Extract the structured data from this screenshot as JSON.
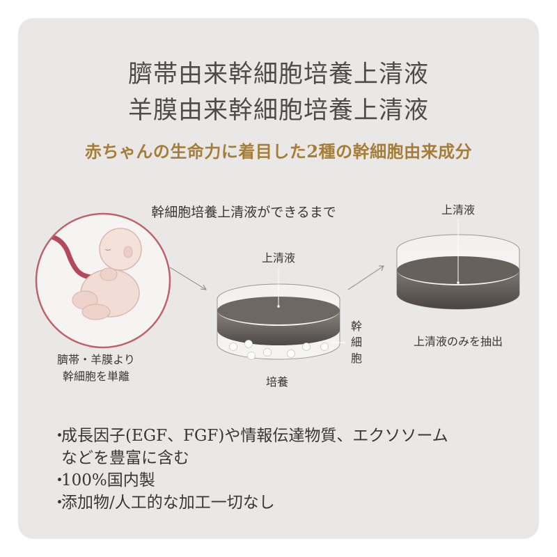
{
  "title": {
    "line1": "臍帯由来幹細胞培養上清液",
    "line2": "羊膜由来幹細胞培養上清液"
  },
  "subtitle": "赤ちゃんの生命力に着目した2種の幹細胞由来成分",
  "diagram": {
    "heading": "幹細胞培養上清液ができるまで",
    "step1_caption_line1": "臍帯・羊膜より",
    "step1_caption_line2": "幹細胞を単離",
    "step2_supernatant_label": "上清液",
    "step2_cells_label_1": "幹",
    "step2_cells_label_2": "細",
    "step2_cells_label_3": "胞",
    "step2_caption": "培養",
    "step3_supernatant_label": "上清液",
    "step3_caption": "上清液のみを抽出",
    "icons": [
      "embryo-illustration",
      "culture-dish",
      "extracted-supernatant-dish",
      "arrow-right"
    ],
    "colors": {
      "circle_border": "#c0606a",
      "umbilical_cord": "#b5485a",
      "liquid_dark": "#58534f",
      "embryo_skin": "#f1ddd6"
    }
  },
  "bullets": [
    {
      "dot": "・",
      "line1": "成長因子(EGF、FGF)や情報伝達物質、エクソソーム",
      "line2": "などを豊富に含む"
    },
    {
      "dot": "・",
      "line1": "100%国内製",
      "line2": ""
    },
    {
      "dot": "・",
      "line1": "添加物/人工的な加工一切なし",
      "line2": ""
    }
  ],
  "colors": {
    "card_background": "#e9e8e6",
    "title_text": "#4f4b48",
    "subtitle_text": "#a57d39",
    "body_text": "#3a3634"
  }
}
